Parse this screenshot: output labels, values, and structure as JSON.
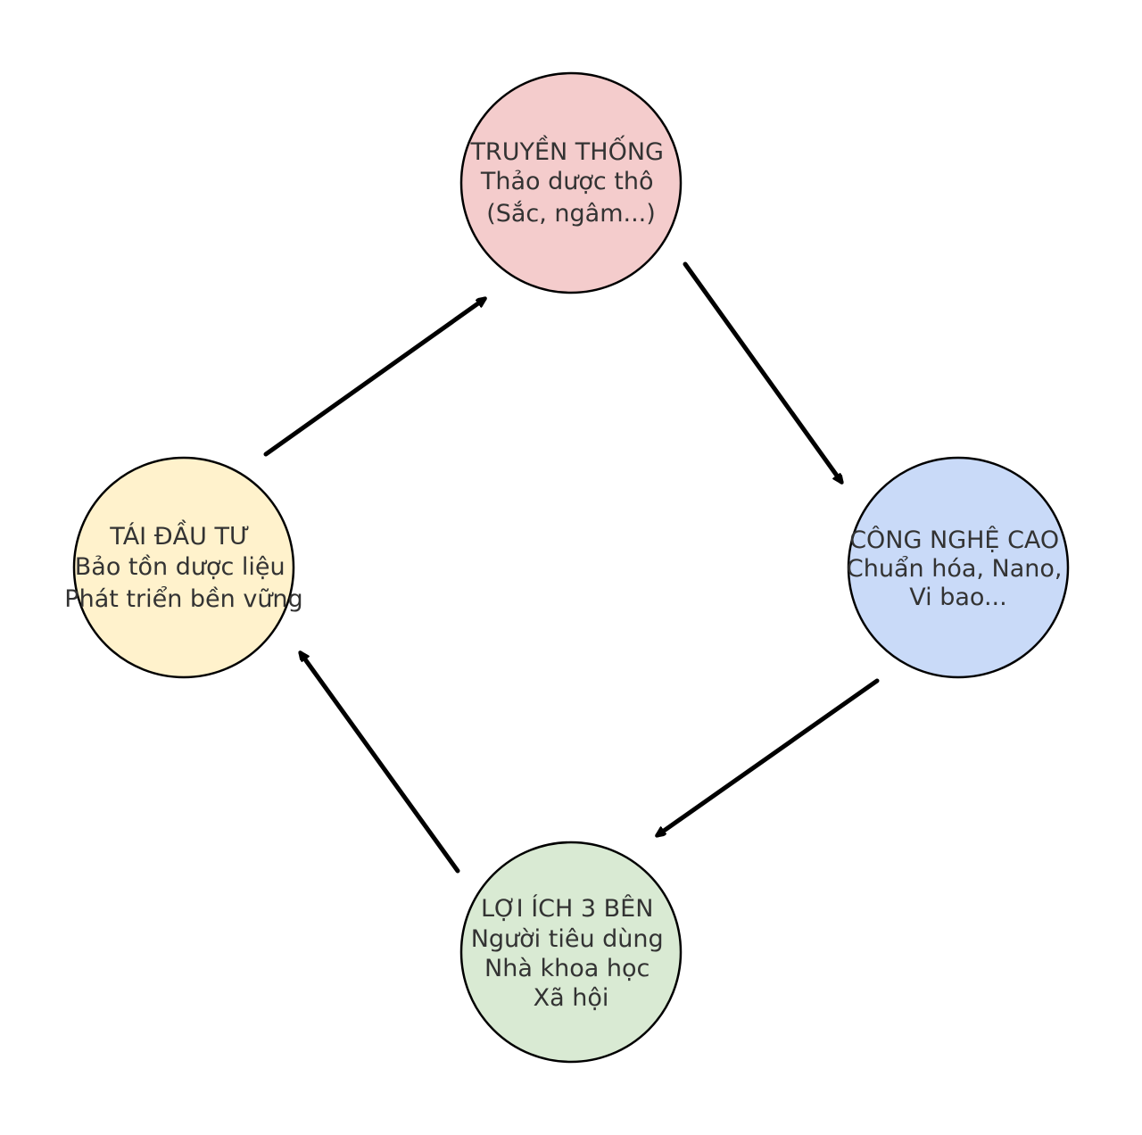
{
  "nodes": [
    {
      "id": "truyen-thong",
      "fill": "#f4cccc",
      "lines": [
        "TRUYỀN THỐNG",
        "Thảo dược thô",
        "(Sắc, ngâm...)"
      ]
    },
    {
      "id": "cong-nghe-cao",
      "fill": "#c9daf8",
      "lines": [
        "CÔNG NGHỆ CAO",
        "Chuẩn hóa, Nano,",
        "Vi bao..."
      ]
    },
    {
      "id": "loi-ich-3-ben",
      "fill": "#d9ead3",
      "lines": [
        "LỢI ÍCH 3 BÊN",
        "Người tiêu dùng",
        "Nhà khoa học",
        "Xã hội"
      ]
    },
    {
      "id": "tai-dau-tu",
      "fill": "#fff2cc",
      "lines": [
        "TÁI ĐẦU TƯ",
        "Bảo tồn dược liệu",
        "Phát triển bền vững"
      ]
    }
  ],
  "edges": [
    {
      "from": "truyen-thong",
      "to": "cong-nghe-cao"
    },
    {
      "from": "cong-nghe-cao",
      "to": "loi-ich-3-ben"
    },
    {
      "from": "loi-ich-3-ben",
      "to": "tai-dau-tu"
    },
    {
      "from": "tai-dau-tu",
      "to": "truyen-thong"
    }
  ],
  "colors": {
    "stroke": "#000000",
    "text": "#333333",
    "arrow": "#000000"
  }
}
